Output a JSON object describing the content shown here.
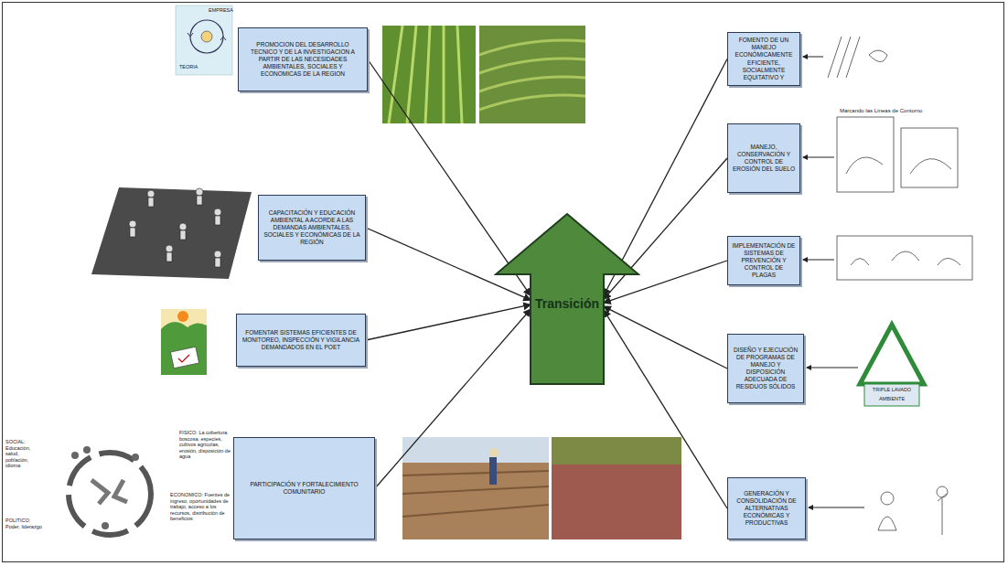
{
  "diagram": {
    "nodes": [
      {
        "text": [
          "PROMOCION DEL DESARROLLO TECNICO Y DE LA INVESTIGACION A PARTIR DE LAS NECESIDADES AMBIENTALES, SOCIALES Y ECONOMICAS DE LA REGION"
        ]
      },
      {
        "text": [
          "CAPACITACIÓN Y EDUCACIÓN AMBIENTAL A ACORDE A LAS DEMANDAS AMBIENTALES, SOCIALES Y ECONÓMICAS DE LA REGIÓN"
        ]
      },
      {
        "text": [
          "FOMENTAR SISTEMAS EFICIENTES DE MONITOREO, INSPECCIÓN Y VIGILANCIA DEMANDADOS EN EL POET"
        ]
      },
      {
        "text": [
          "PARTICIPACIÓN Y FORTALECIMIENTO COMUNITARIO"
        ]
      },
      {
        "text": [
          "Transición"
        ]
      },
      {
        "text": [
          "FOMENTO DE UN MANEJO ECONÓMICAMENTE EFICIENTE, SOCIALMENTE EQUITATIVO Y"
        ]
      },
      {
        "text": [
          "MANEJO, CONSERVACIÓN Y CONTROL DE EROSIÓN DEL SUELO"
        ]
      },
      {
        "text": [
          "IMPLEMENTACIÓN DE SISTEMAS DE PREVENCIÓN Y CONTROL DE PLAGAS"
        ]
      },
      {
        "text": [
          "DISEÑO Y EJECUCIÓN DE PROGRAMAS DE MANEJO Y DISPOSICIÓN ADECUADA DE RESIDUOS SÓLIDOS"
        ]
      },
      {
        "text": [
          "GENERACIÓN Y CONSOLIDACIÓN DE ALTERNATIVAS ECONÓMICAS Y PRODUCTIVAS"
        ]
      }
    ],
    "edges": [
      {
        "from": 0,
        "to": 4,
        "arrow": "to"
      },
      {
        "from": 1,
        "to": 4,
        "arrow": "to"
      },
      {
        "from": 2,
        "to": 4,
        "arrow": "to"
      },
      {
        "from": 3,
        "to": 4,
        "arrow": "to"
      },
      {
        "from": 5,
        "to": 4,
        "arrow": "to"
      },
      {
        "from": 6,
        "to": 4,
        "arrow": "to"
      },
      {
        "from": 7,
        "to": 4,
        "arrow": "to"
      },
      {
        "from": 8,
        "to": 4,
        "arrow": "to"
      },
      {
        "from": 9,
        "to": 4,
        "arrow": "to"
      }
    ],
    "labels": [
      "EMPRESA",
      "TEORIA",
      "Marcando las Líneas de Contorno",
      "TRIPLE LAVADO",
      "AMBIENTE",
      "SOCIAL: Educación, salud, población, idioma",
      "FISICO: La cobertura boscosa, especies, cultivos agrícolas, erosión, disposición de agua",
      "POLITICO: Poder, liderazgo",
      "ECONOMICO: Fuentes de ingreso, oportunidades de trabajo, acceso a los recursos, distribución de beneficios"
    ]
  }
}
